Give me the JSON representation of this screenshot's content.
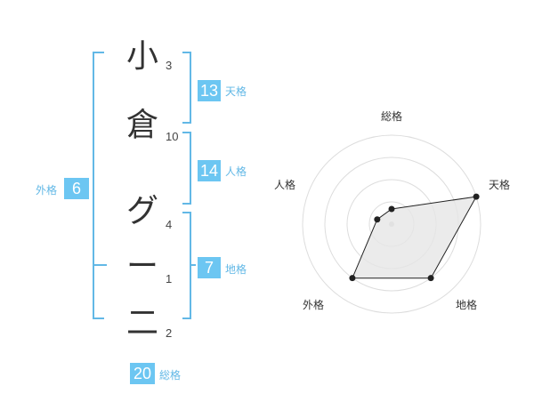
{
  "name": {
    "characters": [
      {
        "char": "小",
        "strokes": "3"
      },
      {
        "char": "倉",
        "strokes": "10"
      },
      {
        "char": "グ",
        "strokes": "4"
      },
      {
        "char": "ー",
        "strokes": "1"
      },
      {
        "char": "二",
        "strokes": "2"
      }
    ]
  },
  "kakusu": {
    "tenkaku": {
      "value": "13",
      "label": "天格"
    },
    "jinkaku": {
      "value": "14",
      "label": "人格"
    },
    "chikaku": {
      "value": "7",
      "label": "地格"
    },
    "gaikaku": {
      "value": "6",
      "label": "外格"
    },
    "soukaku": {
      "value": "20",
      "label": "総格"
    }
  },
  "radar": {
    "axes": [
      "総格",
      "天格",
      "地格",
      "外格",
      "人格"
    ],
    "values": [
      0.17,
      1.0,
      0.75,
      0.75,
      0.17
    ],
    "ring_count": 4,
    "line_color": "#222222",
    "fill_color": "#e6e6e6",
    "ring_color": "#dddddd",
    "accent_color": "#6cc6f2"
  }
}
